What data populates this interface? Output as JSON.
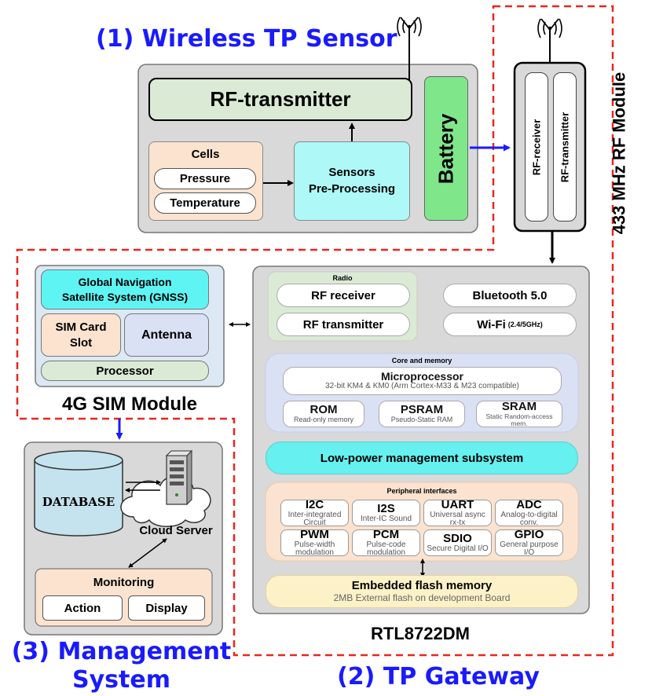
{
  "titles": {
    "sensor": "(1) Wireless TP Sensor",
    "management_line1": "(3) Management",
    "management_line2": "System",
    "gateway": "(2) TP Gateway"
  },
  "sensor": {
    "rf_transmitter": "RF-transmitter",
    "cells": "Cells",
    "pressure": "Pressure",
    "temperature": "Temperature",
    "preproc_line1": "Sensors",
    "preproc_line2": "Pre-Processing",
    "battery": "Battery"
  },
  "rf_module": {
    "label": "433 MHz RF Module",
    "receiver": "RF-receiver",
    "transmitter": "RF-transmitter"
  },
  "sim_module": {
    "label": "4G SIM Module",
    "gnss_line1": "Global Navigation",
    "gnss_line2": "Satellite System (GNSS)",
    "sim_line1": "SIM Card",
    "sim_line2": "Slot",
    "antenna": "Antenna",
    "processor": "Processor"
  },
  "chip": {
    "label": "RTL8722DM",
    "radio": {
      "title": "Radio",
      "rf_receiver": "RF receiver",
      "rf_transmitter": "RF transmitter"
    },
    "bluetooth": "Bluetooth 5.0",
    "wifi": "Wi-Fi",
    "wifi_band": "(2.4/5GHz)",
    "core": {
      "title": "Core and memory",
      "microprocessor": "Microprocessor",
      "microprocessor_desc": "32-bit KM4 & KM0 (Arm Cortex-M33 & M23 compatible)",
      "rom": "ROM",
      "rom_desc": "Read-only memory",
      "psram": "PSRAM",
      "psram_desc": "Pseudo-Static RAM",
      "sram": "SRAM",
      "sram_desc": "Static Random-access mem."
    },
    "low_power": "Low-power management subsystem",
    "peripherals": {
      "title": "Peripheral interfaces",
      "items": [
        {
          "name": "I2C",
          "desc": "Inter-integrated Circuit"
        },
        {
          "name": "I2S",
          "desc": "Inter-IC Sound"
        },
        {
          "name": "UART",
          "desc": "Universal async rx-tx"
        },
        {
          "name": "ADC",
          "desc": "Analog-to-digital conv."
        },
        {
          "name": "PWM",
          "desc": "Pulse-width modulation"
        },
        {
          "name": "PCM",
          "desc": "Pulse-code modulation"
        },
        {
          "name": "SDIO",
          "desc": "Secure Digital I/O"
        },
        {
          "name": "GPIO",
          "desc": "General purpose I/O"
        }
      ]
    },
    "flash": "Embedded flash memory",
    "flash_desc": "2MB External flash on development Board"
  },
  "management": {
    "database": "DATABASE",
    "cloud_server": "Cloud Server",
    "monitoring": "Monitoring",
    "action": "Action",
    "display": "Display"
  },
  "colors": {
    "title_blue": "#1a1aff",
    "dashed_red": "#e8271f",
    "gray_panel": "#d9d9d9",
    "green": "#dbead4",
    "battery_green": "#80e68a",
    "peach": "#fbe3d0",
    "cyan": "#aef8f7",
    "gnss_cyan": "#5ff4f4",
    "lavender": "#dbe1f4",
    "chip_cyan": "#66f0ef",
    "flash_yellow": "#fdf1c8",
    "sim_bg": "#dce9f4",
    "db_blue": "#c4e3ee"
  }
}
